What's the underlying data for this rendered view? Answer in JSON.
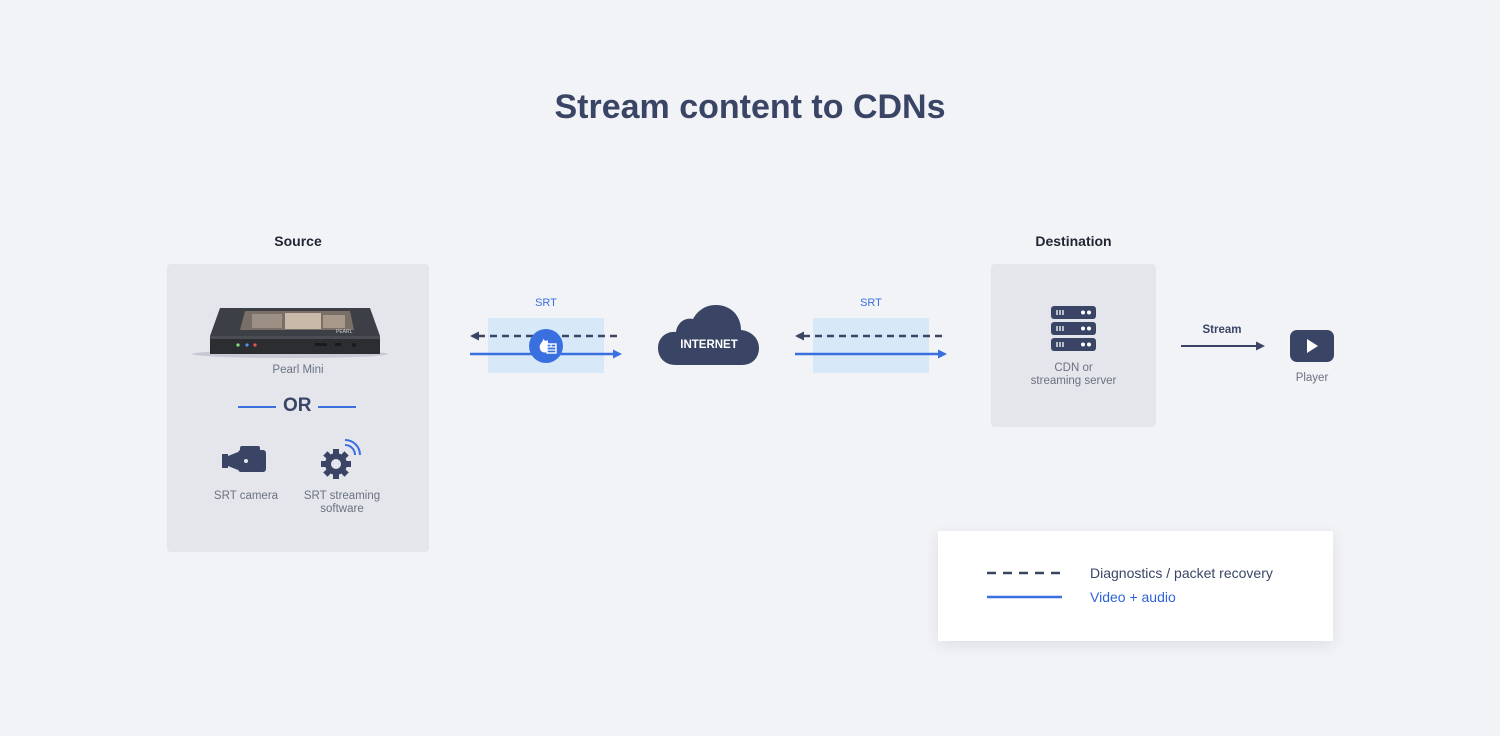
{
  "title": "Stream content to CDNs",
  "source": {
    "heading": "Source",
    "device_label": "Pearl Mini",
    "device_brand": "PEARL",
    "or_text": "OR",
    "camera_label": "SRT camera",
    "software_label_line1": "SRT streaming",
    "software_label_line2": "software"
  },
  "links": {
    "left_srt_label": "SRT",
    "right_srt_label": "SRT",
    "internet_label": "INTERNET"
  },
  "destination": {
    "heading": "Destination",
    "server_label_line1": "CDN or",
    "server_label_line2": "streaming server",
    "stream_label": "Stream",
    "player_label": "Player"
  },
  "legend": {
    "dashed_label": "Diagnostics / packet recovery",
    "solid_label": "Video + audio"
  },
  "colors": {
    "navy": "#3a4566",
    "blue": "#3a6fe0",
    "srt_band": "#d7e8f8",
    "panel": "#e4e6ec",
    "background": "#f2f3f7"
  }
}
